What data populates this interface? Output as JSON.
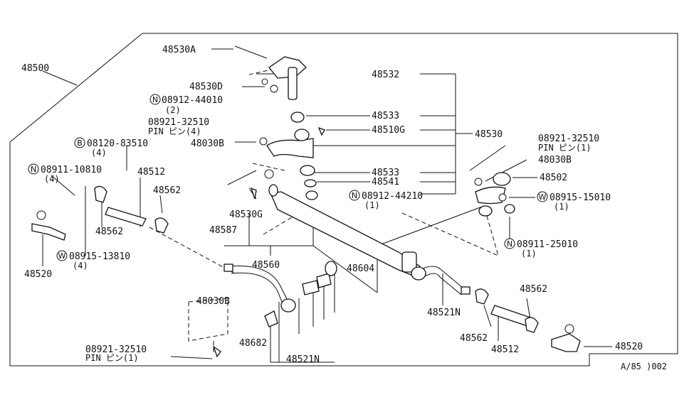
{
  "labels": {
    "p48500": "48500",
    "p48530A": "48530A",
    "p48532": "48532",
    "p48530D": "48530D",
    "n08912_44010": "08912-44010",
    "q2": "(2)",
    "p08921_a": "08921-32510",
    "pin4": "PIN ピン(4)",
    "p48533_top": "48533",
    "p48510G": "48510G",
    "p48530": "48530",
    "p48030B_a": "48030B",
    "b08120_83510": "08120-83510",
    "q4_a": "(4)",
    "n08911_10810": "08911-10810",
    "q4_b": "(4)",
    "p48512_a": "48512",
    "p48562_a": "48562",
    "p48533_b": "48533",
    "p48541": "48541",
    "n08912_44210": "08912-44210",
    "q1_a": "(1)",
    "p08921_b": "08921-32510",
    "pin1_a": "PIN ピン(1)",
    "p48030B_b": "48030B",
    "p48502": "48502",
    "w08915_15010": "08915-15010",
    "q1_b": "(1)",
    "n08911_25010": "08911-25010",
    "q1_c": "(1)",
    "p48530G": "48530G",
    "p48587": "48587",
    "p48562_b": "48562",
    "p48520_a": "48520",
    "w08915_13810": "08915-13810",
    "q4_c": "(4)",
    "p48560": "48560",
    "p48604": "48604",
    "p48521N_a": "48521N",
    "p48562_c": "48562",
    "p48030B_c": "48030B",
    "p48562_d": "48562",
    "p48512_b": "48512",
    "p48682": "48682",
    "p48521N_b": "48521N",
    "p08921_c": "08921-32510",
    "pin1_b": "PIN ピン(1)",
    "p48520_b": "48520",
    "code": "A/85 )002"
  },
  "markers": {
    "N": "N",
    "B": "B",
    "W": "W"
  }
}
